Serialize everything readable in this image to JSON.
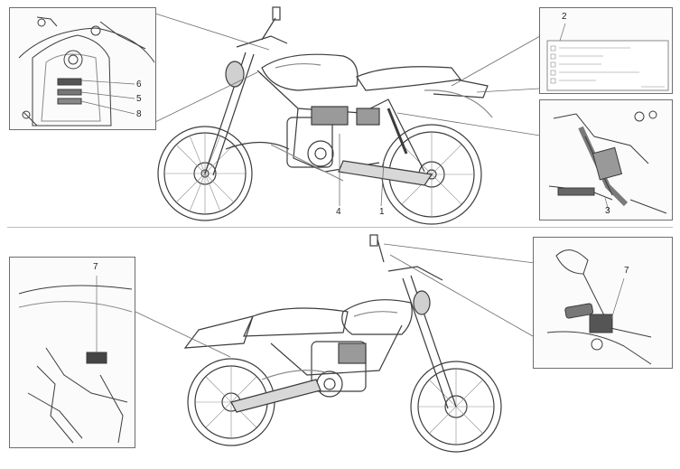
{
  "callouts": {
    "tank_6": "6",
    "tank_5": "5",
    "tank_8": "8",
    "label_2": "2",
    "label_4": "4",
    "label_1": "1",
    "shock_3": "3",
    "rear_7": "7",
    "mirror_7": "7"
  },
  "colors": {
    "line": "#3c3c3c",
    "light_line": "#8a8a8a",
    "panel_border": "#6d6d6d",
    "shade": "#9a9a9a"
  }
}
